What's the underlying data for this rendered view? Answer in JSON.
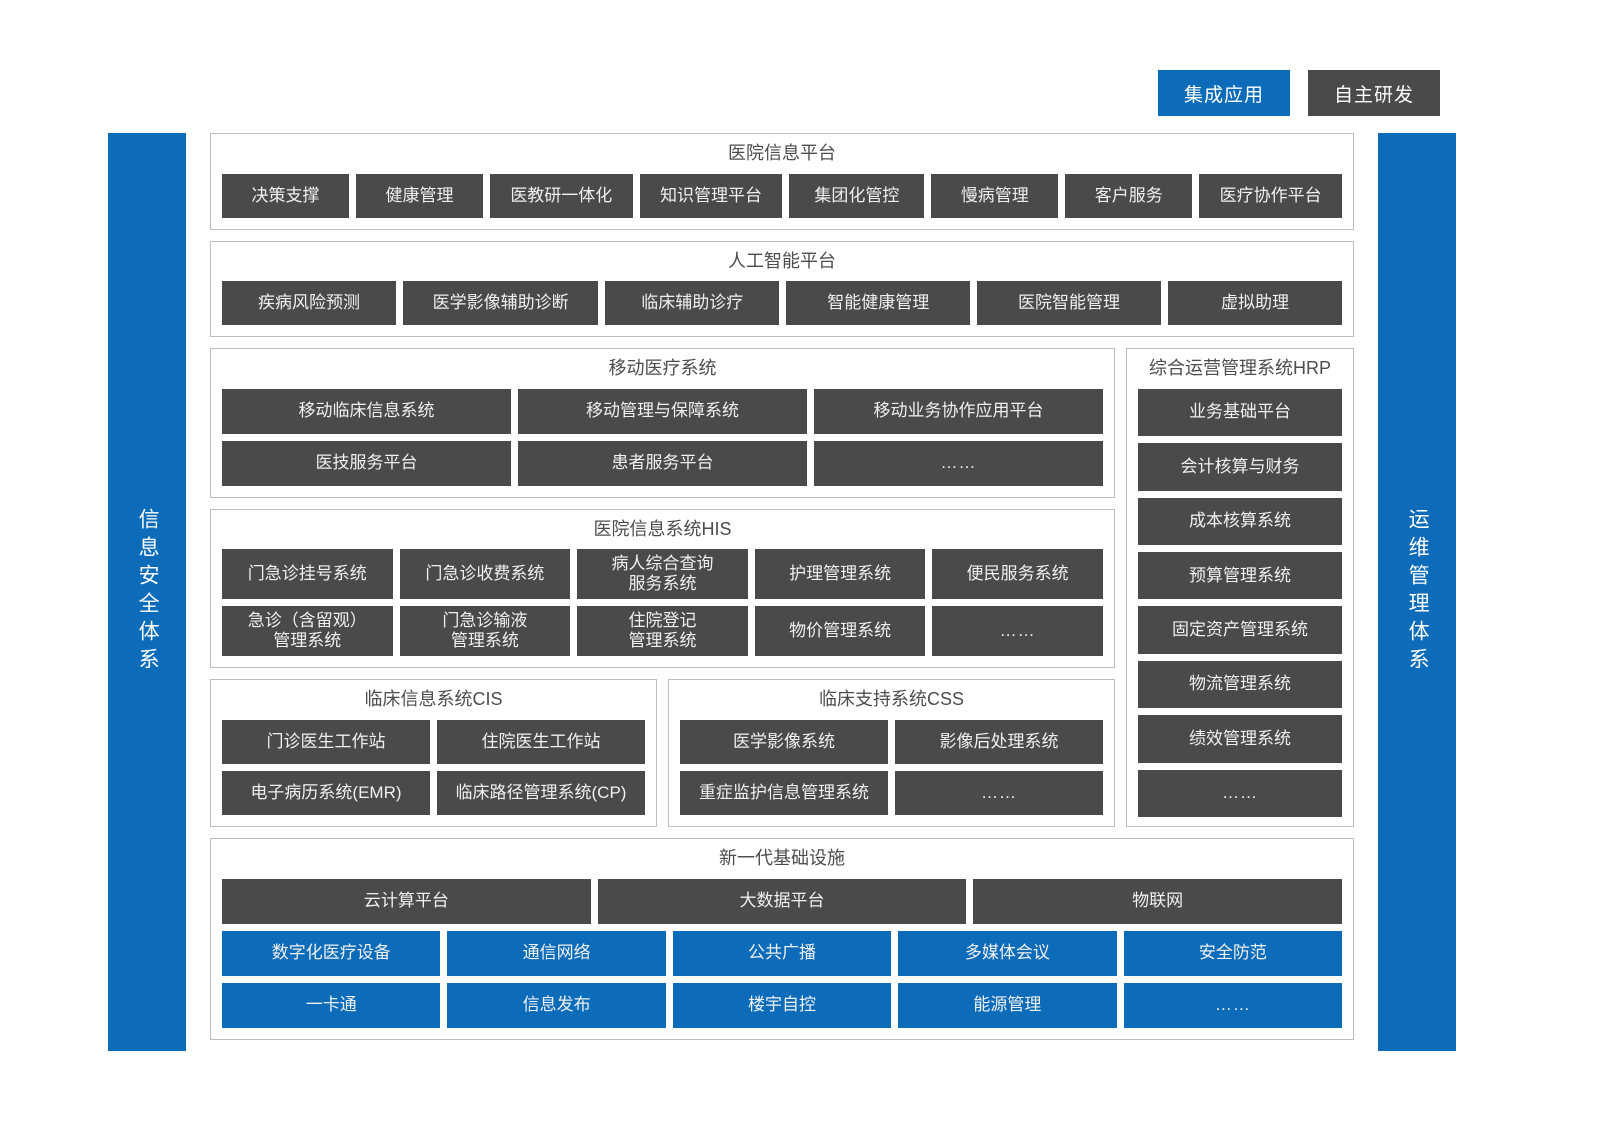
{
  "legend": {
    "items": [
      {
        "label": "集成应用",
        "color": "#0c6cba",
        "type": "integrated"
      },
      {
        "label": "自主研发",
        "color": "#4a4a48",
        "type": "self-developed"
      }
    ]
  },
  "sidebars": {
    "left": {
      "label": "信息安全体系",
      "color": "#0c6cba"
    },
    "right": {
      "label": "运维管理体系",
      "color": "#0c6cba"
    }
  },
  "colors": {
    "blue": "#0c6cba",
    "dark_gray": "#4a4a48",
    "panel_border": "#bfbfbf",
    "title_text": "#4d4d4d",
    "chip_text": "#f0f0f0"
  },
  "sections": {
    "hospital_platform": {
      "title": "医院信息平台",
      "items": [
        {
          "label": "决策支撑",
          "style": "gray",
          "flex": 1.02
        },
        {
          "label": "健康管理",
          "style": "gray",
          "flex": 1.02
        },
        {
          "label": "医教研一体化",
          "style": "gray",
          "flex": 1.16
        },
        {
          "label": "知识管理平台",
          "style": "gray",
          "flex": 1.16
        },
        {
          "label": "集团化管控",
          "style": "gray",
          "flex": 1.09
        },
        {
          "label": "慢病管理",
          "style": "gray",
          "flex": 1.02
        },
        {
          "label": "客户服务",
          "style": "gray",
          "flex": 1.02
        },
        {
          "label": "医疗协作平台",
          "style": "gray",
          "flex": 1.16
        }
      ]
    },
    "ai_platform": {
      "title": "人工智能平台",
      "items": [
        {
          "label": "疾病风险预测",
          "style": "gray",
          "flex": 1.0
        },
        {
          "label": "医学影像辅助诊断",
          "style": "gray",
          "flex": 1.13
        },
        {
          "label": "临床辅助诊疗",
          "style": "gray",
          "flex": 1.0
        },
        {
          "label": "智能健康管理",
          "style": "gray",
          "flex": 1.06
        },
        {
          "label": "医院智能管理",
          "style": "gray",
          "flex": 1.06
        },
        {
          "label": "虚拟助理",
          "style": "gray",
          "flex": 1.0
        }
      ]
    },
    "mobile_medical": {
      "title": "移动医疗系统",
      "rows": [
        [
          {
            "label": "移动临床信息系统",
            "style": "gray"
          },
          {
            "label": "移动管理与保障系统",
            "style": "gray"
          },
          {
            "label": "移动业务协作应用平台",
            "style": "gray"
          }
        ],
        [
          {
            "label": "医技服务平台",
            "style": "gray"
          },
          {
            "label": "患者服务平台",
            "style": "gray"
          },
          {
            "label": "……",
            "style": "gray"
          }
        ]
      ]
    },
    "his": {
      "title": "医院信息系统HIS",
      "rows": [
        [
          {
            "label": "门急诊挂号系统",
            "style": "gray"
          },
          {
            "label": "门急诊收费系统",
            "style": "gray"
          },
          {
            "label": "病人综合查询\n服务系统",
            "style": "gray"
          },
          {
            "label": "护理管理系统",
            "style": "gray"
          },
          {
            "label": "便民服务系统",
            "style": "gray"
          }
        ],
        [
          {
            "label": "急诊（含留观）\n管理系统",
            "style": "gray"
          },
          {
            "label": "门急诊输液\n管理系统",
            "style": "gray"
          },
          {
            "label": "住院登记\n管理系统",
            "style": "gray"
          },
          {
            "label": "物价管理系统",
            "style": "gray"
          },
          {
            "label": "……",
            "style": "gray"
          }
        ]
      ]
    },
    "cis": {
      "title": "临床信息系统CIS",
      "rows": [
        [
          {
            "label": "门诊医生工作站",
            "style": "gray"
          },
          {
            "label": "住院医生工作站",
            "style": "gray"
          }
        ],
        [
          {
            "label": "电子病历系统(EMR)",
            "style": "gray"
          },
          {
            "label": "临床路径管理系统(CP)",
            "style": "gray"
          }
        ]
      ]
    },
    "css": {
      "title": "临床支持系统CSS",
      "rows": [
        [
          {
            "label": "医学影像系统",
            "style": "gray"
          },
          {
            "label": "影像后处理系统",
            "style": "gray"
          }
        ],
        [
          {
            "label": "重症监护信息管理系统",
            "style": "gray"
          },
          {
            "label": "……",
            "style": "gray"
          }
        ]
      ]
    },
    "hrp": {
      "title": "综合运营管理系统HRP",
      "items": [
        {
          "label": "业务基础平台",
          "style": "gray"
        },
        {
          "label": "会计核算与财务",
          "style": "gray"
        },
        {
          "label": "成本核算系统",
          "style": "gray"
        },
        {
          "label": "预算管理系统",
          "style": "gray"
        },
        {
          "label": "固定资产管理系统",
          "style": "gray"
        },
        {
          "label": "物流管理系统",
          "style": "gray"
        },
        {
          "label": "绩效管理系统",
          "style": "gray"
        },
        {
          "label": "……",
          "style": "gray"
        }
      ]
    },
    "infrastructure": {
      "title": "新一代基础设施",
      "rows": [
        [
          {
            "label": "云计算平台",
            "style": "gray"
          },
          {
            "label": "大数据平台",
            "style": "gray"
          },
          {
            "label": "物联网",
            "style": "gray"
          }
        ],
        [
          {
            "label": "数字化医疗设备",
            "style": "blue"
          },
          {
            "label": "通信网络",
            "style": "blue"
          },
          {
            "label": "公共广播",
            "style": "blue"
          },
          {
            "label": "多媒体会议",
            "style": "blue"
          },
          {
            "label": "安全防范",
            "style": "blue"
          }
        ],
        [
          {
            "label": "一卡通",
            "style": "blue"
          },
          {
            "label": "信息发布",
            "style": "blue"
          },
          {
            "label": "楼宇自控",
            "style": "blue"
          },
          {
            "label": "能源管理",
            "style": "blue"
          },
          {
            "label": "……",
            "style": "blue"
          }
        ]
      ]
    }
  }
}
